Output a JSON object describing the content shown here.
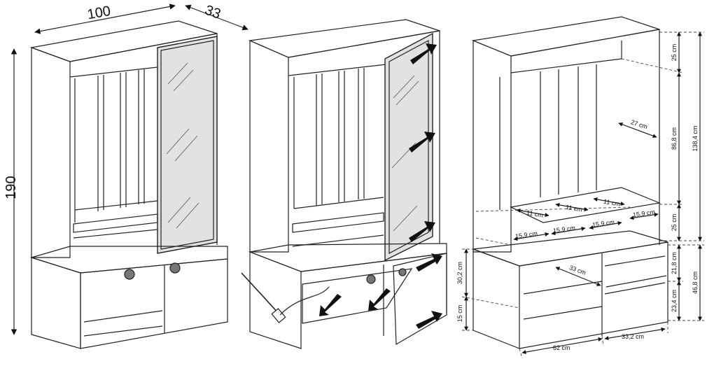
{
  "figure": {
    "overall_dims": {
      "width": "100",
      "depth": "33",
      "height": "190"
    },
    "dimensions": {
      "top_panel": "25 cm",
      "hanger_section": "86,8 cm",
      "upper_total": "138,4 cm",
      "upper_depth": "27 cm",
      "bench_gap": "25 cm",
      "shelf_w1": "11 cm",
      "shelf_w2": "11 cm",
      "shelf_w3": "11 cm",
      "cubby1": "15,9 cm",
      "cubby2": "15,9 cm",
      "cubby3": "15,9 cm",
      "cubby4": "15,9 cm",
      "drawer_height": "30,2 cm",
      "plinth": "15 cm",
      "upper_shelf": "21,8 cm",
      "lower_shelf": "23,4 cm",
      "cabinet_height": "46,8 cm",
      "cabinet_depth": "33 cm",
      "left_width": "62 cm",
      "right_width": "33,2 cm"
    }
  }
}
